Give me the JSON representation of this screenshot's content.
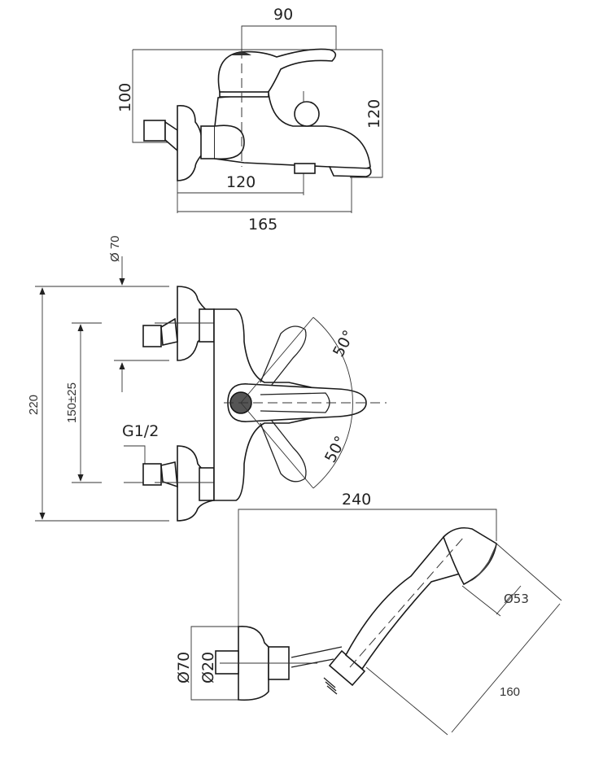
{
  "drawing": {
    "side_view": {
      "dim_lever_reach": "90",
      "dim_height_total": "100",
      "dim_height_right": "120",
      "dim_inlet_to_diverter": "120",
      "dim_inlet_to_spout": "165"
    },
    "front_view": {
      "dim_escutcheon_diameter": "Ø 70",
      "dim_overall_height": "220",
      "dim_center_distance": "150±25",
      "thread_label": "G1/2",
      "angle_upper": "50°",
      "angle_lower": "50°"
    },
    "shower_view": {
      "dim_reach": "240",
      "dim_bracket_outer": "Ø70",
      "dim_bracket_inner": "Ø20",
      "dim_head_diameter": "Ø53",
      "dim_handset_length": "160"
    }
  }
}
